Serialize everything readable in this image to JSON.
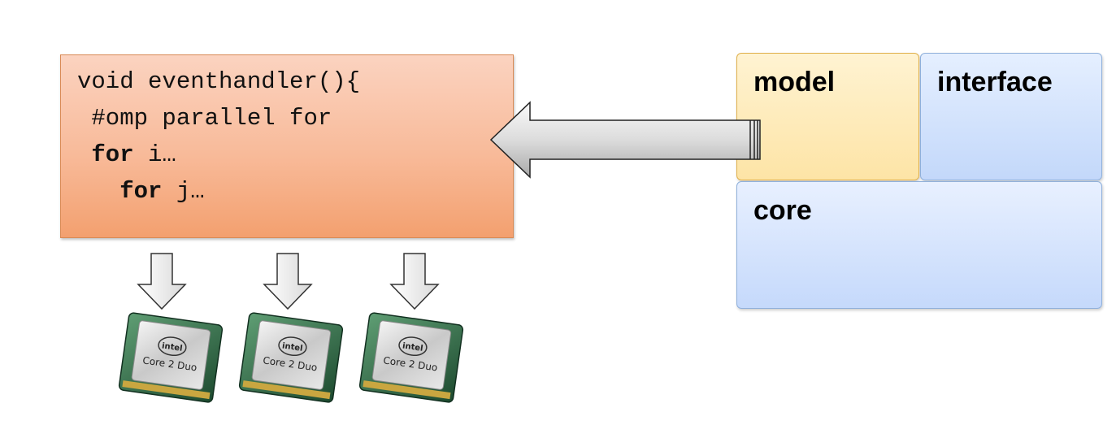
{
  "code": {
    "lines": [
      {
        "keyword": "",
        "text": "void eventhandler(){"
      },
      {
        "keyword": "",
        "text": " #omp parallel for"
      },
      {
        "keyword": " for",
        "text": " i…"
      },
      {
        "keyword": "   for",
        "text": " j…"
      }
    ]
  },
  "blocks": {
    "model": "model",
    "interface": "interface",
    "core": "core"
  },
  "cpus": [
    {
      "brand": "intel",
      "model": "Core 2 Duo"
    },
    {
      "brand": "intel",
      "model": "Core 2 Duo"
    },
    {
      "brand": "intel",
      "model": "Core 2 Duo"
    }
  ],
  "icons": {
    "big_arrow": "left-arrow-icon",
    "down_arrow": "down-arrow-icon",
    "cpu": "cpu-chip-icon"
  }
}
